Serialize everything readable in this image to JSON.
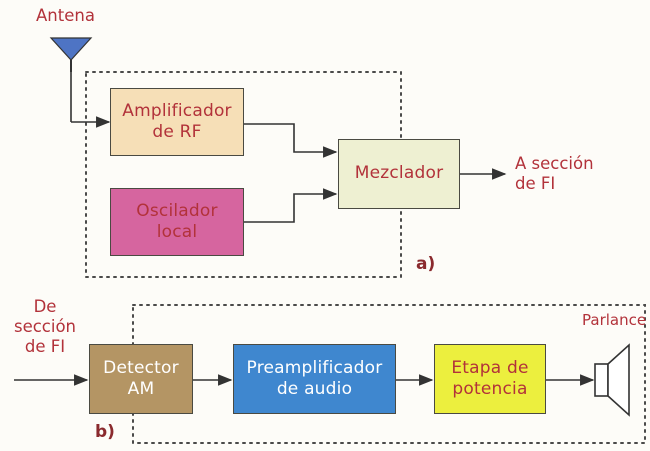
{
  "antenna_label": "Antena",
  "part_a": {
    "tag": "a)",
    "blocks": {
      "rf_amp": "Amplificador\nde RF",
      "local_osc": "Oscilador\nlocal",
      "mixer": "Mezclador"
    },
    "output_label": "A sección\nde FI"
  },
  "part_b": {
    "tag": "b)",
    "input_label": "De\nsección\nde FI",
    "speaker_label": "Parlance",
    "blocks": {
      "am_detector": "Detector\nAM",
      "audio_preamp": "Preamplificador\nde audio",
      "power_stage": "Etapa de\npotencia"
    }
  },
  "colors": {
    "label_text": "#b2323a",
    "rf_amp_fill": "#f6dfb7",
    "local_osc_fill": "#d6659f",
    "mixer_fill": "#eef0d2",
    "am_detector_fill": "#b49564",
    "audio_preamp_fill": "#3f87cf",
    "power_stage_fill": "#ecef3e",
    "antenna_fill": "#4e74c4",
    "wire": "#333333",
    "dotted_border": "#4a4a4a"
  }
}
